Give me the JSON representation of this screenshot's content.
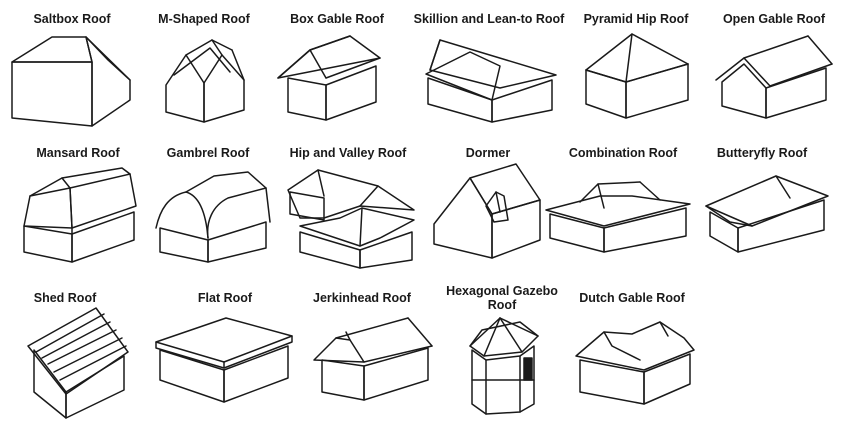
{
  "roof_types": [
    {
      "key": "saltbox",
      "label": "Saltbox Roof"
    },
    {
      "key": "m_shaped",
      "label": "M-Shaped Roof"
    },
    {
      "key": "box_gable",
      "label": "Box Gable Roof"
    },
    {
      "key": "skillion",
      "label": "Skillion and Lean-to Roof"
    },
    {
      "key": "pyramid_hip",
      "label": "Pyramid Hip Roof"
    },
    {
      "key": "open_gable",
      "label": "Open Gable Roof"
    },
    {
      "key": "mansard",
      "label": "Mansard Roof"
    },
    {
      "key": "gambrel",
      "label": "Gambrel Roof"
    },
    {
      "key": "hip_valley",
      "label": "Hip and Valley Roof"
    },
    {
      "key": "dormer",
      "label": "Dormer"
    },
    {
      "key": "combination",
      "label": "Combination Roof"
    },
    {
      "key": "butterfly",
      "label": "Butteryfly Roof"
    },
    {
      "key": "shed",
      "label": "Shed Roof"
    },
    {
      "key": "flat",
      "label": "Flat Roof"
    },
    {
      "key": "jerkinhead",
      "label": "Jerkinhead Roof"
    },
    {
      "key": "gazebo",
      "label": "Hexagonal Gazebo Roof"
    },
    {
      "key": "dutch_gable",
      "label": "Dutch Gable Roof"
    }
  ]
}
